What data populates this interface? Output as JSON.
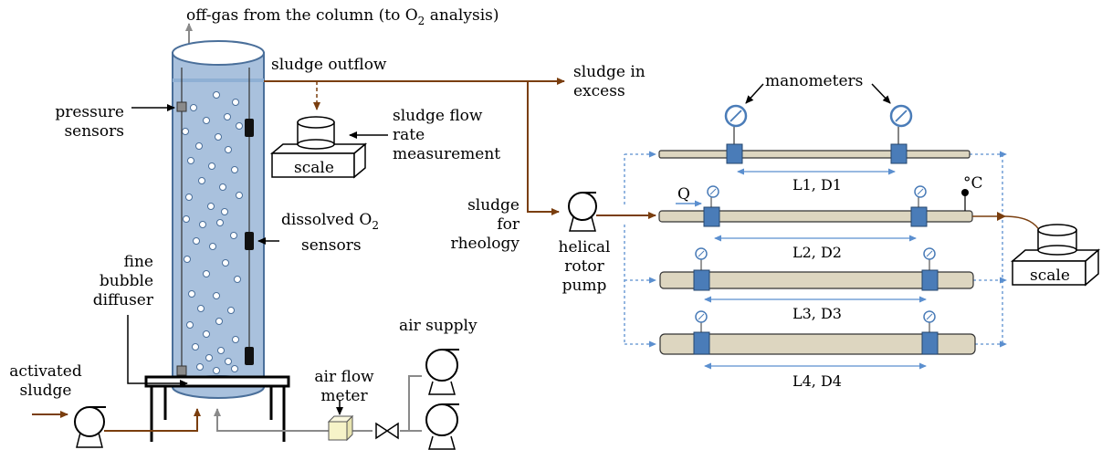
{
  "labels": {
    "offgas_pre": "off-gas from the column (to O",
    "offgas_sub": "2",
    "offgas_post": " analysis)",
    "sludge_outflow": "sludge outflow",
    "sludge_excess_1": "sludge in",
    "sludge_excess_2": "excess",
    "manometers": "manometers",
    "pressure_1": "pressure",
    "pressure_2": "sensors",
    "flowrate_1": "sludge flow",
    "flowrate_2": "rate",
    "flowrate_3": "measurement",
    "scale_left": "scale",
    "scale_right": "scale",
    "rheo_1": "sludge",
    "rheo_2": "for",
    "rheo_3": "rheology",
    "do_pre": "dissolved O",
    "do_sub": "2",
    "do_2": "sensors",
    "fine_1": "fine",
    "fine_2": "bubble",
    "fine_3": "diffuser",
    "pump_1": "helical",
    "pump_2": "rotor",
    "pump_3": "pump",
    "air_supply": "air supply",
    "airflow_1": "air flow",
    "airflow_2": "meter",
    "activated_1": "activated",
    "activated_2": "sludge",
    "q": "Q",
    "temp": "°C",
    "l1": "L1, D1",
    "l2": "L2, D2",
    "l3": "L3, D3",
    "l4": "L4, D4"
  },
  "colors": {
    "sludge_line": "#7a3e0e",
    "column_fill": "#a9c1dd",
    "column_stroke": "#4a6f9a",
    "pipe_fill": "#ddd6c0",
    "sensor_box": "#4a7cb8",
    "dashed_blue": "#5b8fcf",
    "air_line": "#8a8a8a"
  }
}
